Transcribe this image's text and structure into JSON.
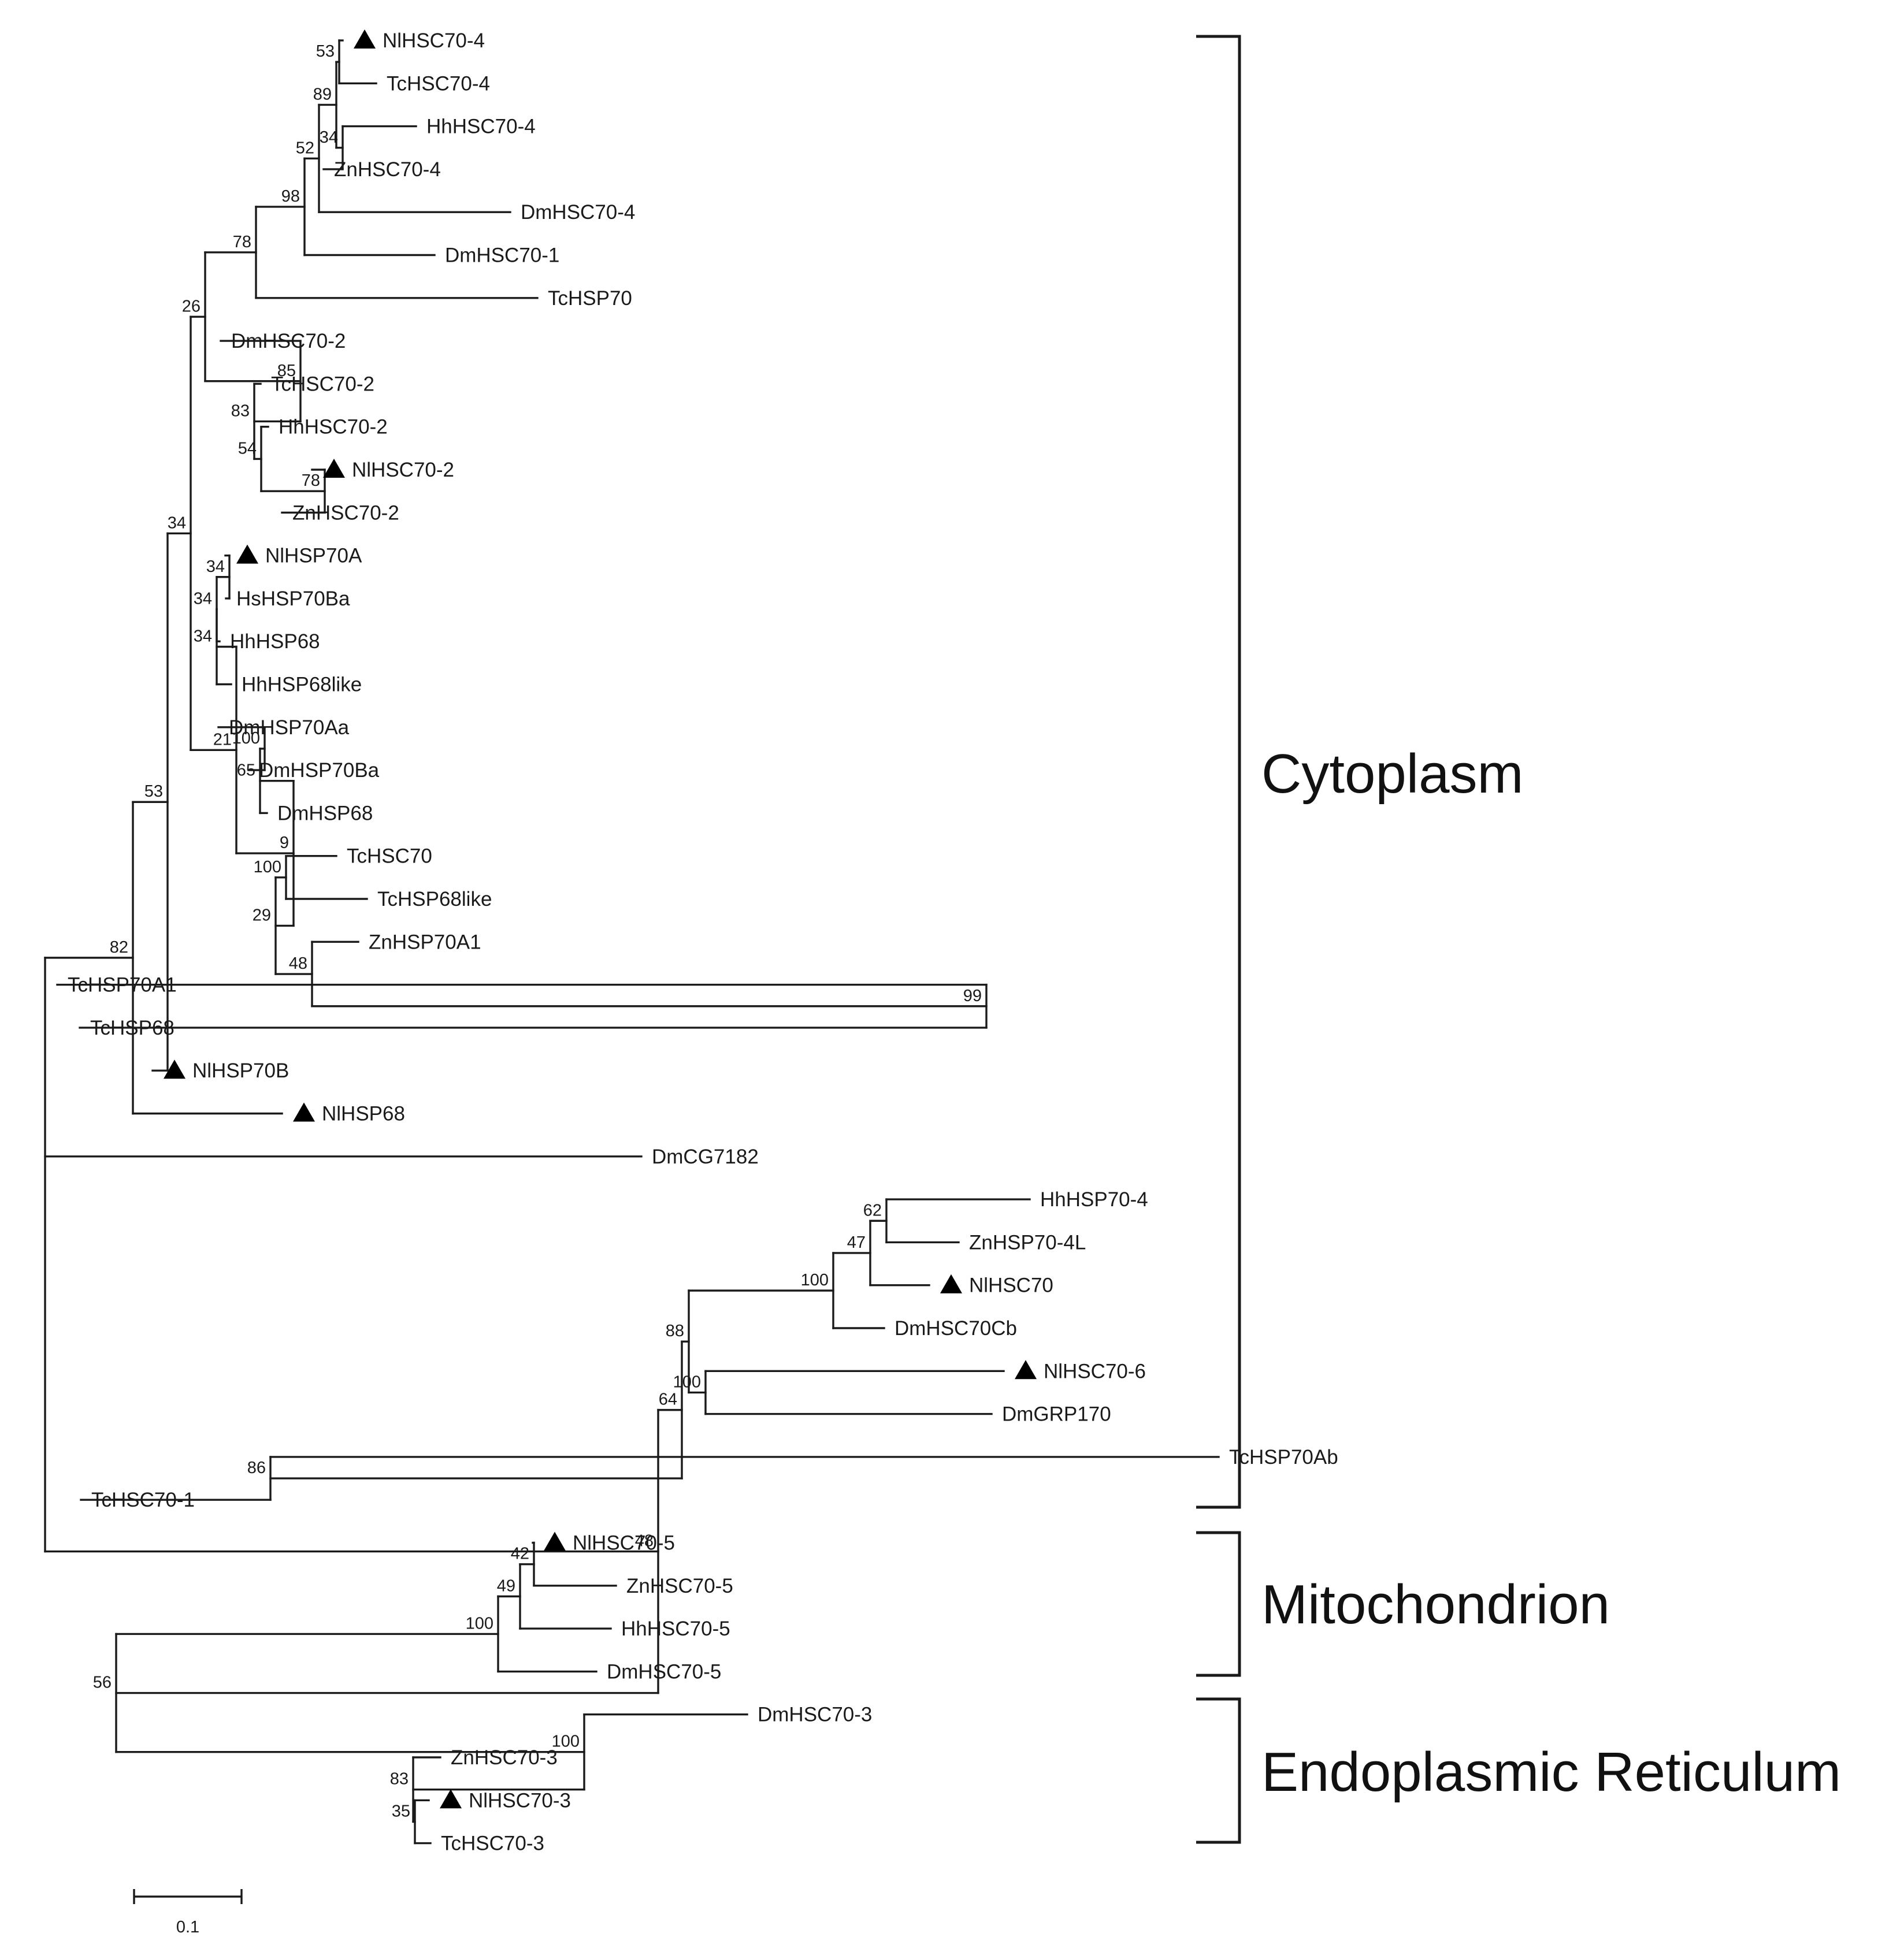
{
  "tree": {
    "root": {
      "support": "",
      "children": [
        {
          "support": "82",
          "children": [
            {
              "support": "53",
              "children": [
                {
                  "support": "34",
                  "children": [
                    {
                      "support": "26",
                      "children": [
                        {
                          "support": "78",
                          "children": [
                            {
                              "support": "98",
                              "children": [
                                {
                                  "support": "52",
                                  "children": [
                                    {
                                      "support": "89",
                                      "children": [
                                        {
                                          "support": "53",
                                          "children": [
                                            {
                                              "label": "NlHSC70-4",
                                              "marked": true
                                            },
                                            {
                                              "label": "TcHSC70-4"
                                            }
                                          ]
                                        },
                                        {
                                          "support": "34",
                                          "children": [
                                            {
                                              "label": "HhHSC70-4"
                                            },
                                            {
                                              "label": "ZnHSC70-4"
                                            }
                                          ]
                                        }
                                      ]
                                    },
                                    {
                                      "label": "DmHSC70-4"
                                    }
                                  ]
                                },
                                {
                                  "label": "DmHSC70-1"
                                }
                              ]
                            },
                            {
                              "label": "TcHSP70"
                            }
                          ]
                        },
                        {
                          "support": "85",
                          "children": [
                            {
                              "label": "DmHSC70-2"
                            },
                            {
                              "support": "83",
                              "children": [
                                {
                                  "label": "TcHSC70-2"
                                },
                                {
                                  "support": "54",
                                  "children": [
                                    {
                                      "label": "HhHSC70-2"
                                    },
                                    {
                                      "support": "78",
                                      "children": [
                                        {
                                          "label": "NlHSC70-2",
                                          "marked": true
                                        },
                                        {
                                          "label": "ZnHSC70-2"
                                        }
                                      ]
                                    }
                                  ]
                                }
                              ]
                            }
                          ]
                        }
                      ]
                    },
                    {
                      "support": "21",
                      "children": [
                        {
                          "support": "34",
                          "children": [
                            {
                              "support": "34",
                              "children": [
                                {
                                  "support": "34",
                                  "children": [
                                    {
                                      "label": "NlHSP70A",
                                      "marked": true
                                    },
                                    {
                                      "label": "HsHSP70Ba"
                                    }
                                  ]
                                },
                                {
                                  "label": "HhHSP68"
                                }
                              ]
                            },
                            {
                              "label": "HhHSP68like"
                            }
                          ]
                        },
                        {
                          "support": "9",
                          "children": [
                            {
                              "support": "65",
                              "children": [
                                {
                                  "support": "100",
                                  "children": [
                                    {
                                      "label": "DmHSP70Aa"
                                    },
                                    {
                                      "label": "DmHSP70Ba"
                                    }
                                  ]
                                },
                                {
                                  "label": "DmHSP68"
                                }
                              ]
                            },
                            {
                              "support": "29",
                              "children": [
                                {
                                  "support": "100",
                                  "children": [
                                    {
                                      "label": "TcHSC70"
                                    },
                                    {
                                      "label": "TcHSP68like"
                                    }
                                  ]
                                },
                                {
                                  "support": "48",
                                  "children": [
                                    {
                                      "label": "ZnHSP70A1"
                                    },
                                    {
                                      "support": "99",
                                      "children": [
                                        {
                                          "label": "TcHSP70A1"
                                        },
                                        {
                                          "label": "TcHSP68"
                                        }
                                      ]
                                    }
                                  ]
                                }
                              ]
                            }
                          ]
                        }
                      ]
                    }
                  ]
                },
                {
                  "label": "NlHSP70B",
                  "marked": true
                }
              ]
            },
            {
              "label": "NlHSP68",
              "marked": true
            }
          ]
        },
        {
          "label": "DmCG7182"
        },
        {
          "support": "48",
          "children": [
            {
              "support": "64",
              "children": [
                {
                  "support": "88",
                  "children": [
                    {
                      "support": "100",
                      "children": [
                        {
                          "support": "47",
                          "children": [
                            {
                              "support": "62",
                              "children": [
                                {
                                  "label": "HhHSP70-4"
                                },
                                {
                                  "label": "ZnHSP70-4L"
                                }
                              ]
                            },
                            {
                              "label": "NlHSC70",
                              "marked": true
                            }
                          ]
                        },
                        {
                          "label": "DmHSC70Cb"
                        }
                      ]
                    },
                    {
                      "support": "100",
                      "children": [
                        {
                          "label": "NlHSC70-6",
                          "marked": true
                        },
                        {
                          "label": "DmGRP170"
                        }
                      ]
                    }
                  ]
                },
                {
                  "support": "86",
                  "children": [
                    {
                      "label": "TcHSP70Ab"
                    },
                    {
                      "label": "TcHSC70-1"
                    }
                  ]
                }
              ]
            },
            {
              "support": "56",
              "children": [
                {
                  "support": "100",
                  "children": [
                    {
                      "support": "49",
                      "children": [
                        {
                          "support": "42",
                          "children": [
                            {
                              "label": "NlHSC70-5",
                              "marked": true
                            },
                            {
                              "label": "ZnHSC70-5"
                            }
                          ]
                        },
                        {
                          "label": "HhHSC70-5"
                        }
                      ]
                    },
                    {
                      "label": "DmHSC70-5"
                    }
                  ]
                },
                {
                  "support": "100",
                  "children": [
                    {
                      "label": "DmHSC70-3"
                    },
                    {
                      "support": "83",
                      "children": [
                        {
                          "label": "ZnHSC70-3"
                        },
                        {
                          "support": "35",
                          "children": [
                            {
                              "label": "NlHSC70-3",
                              "marked": true
                            },
                            {
                              "label": "TcHSC70-3"
                            }
                          ]
                        }
                      ]
                    }
                  ]
                }
              ]
            }
          ]
        }
      ]
    }
  },
  "groups": [
    {
      "label": "Cytoplasm"
    },
    {
      "label": "Mitochondrion"
    },
    {
      "label": "Endoplasmic Reticulum"
    }
  ],
  "scale_bar": {
    "label": "0.1",
    "length": 0.1
  },
  "marker_shape": "filled-triangle"
}
